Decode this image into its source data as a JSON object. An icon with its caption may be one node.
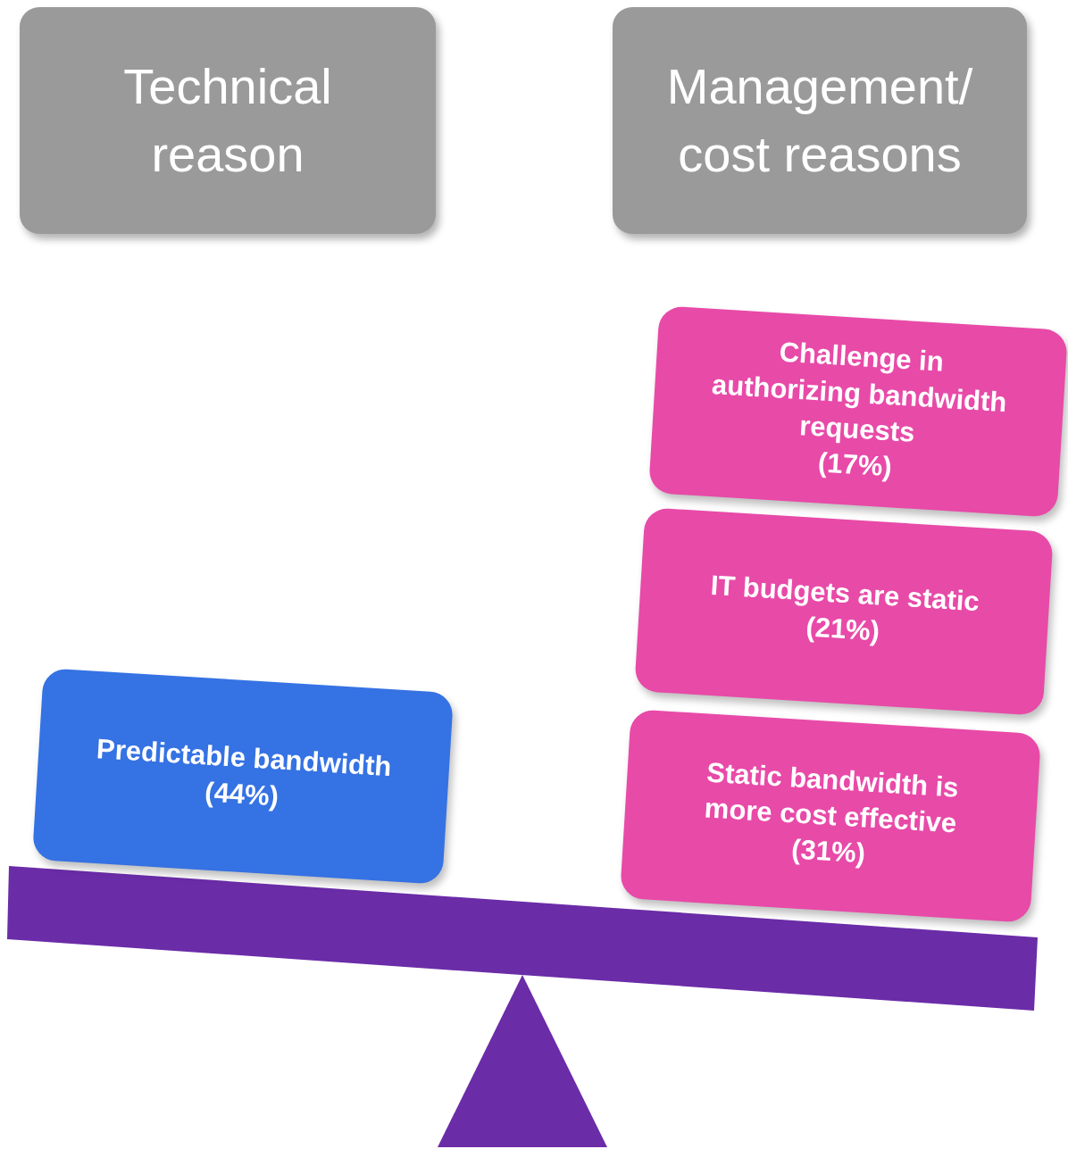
{
  "diagram": {
    "nodes": [
      {
        "text": [
          "Technical reason"
        ]
      },
      {
        "text": [
          "Management/ cost reasons"
        ]
      },
      {
        "text": [
          "Predictable bandwidth",
          "(44%)"
        ]
      },
      {
        "text": [
          "Challenge in authorizing bandwidth requests",
          "(17%)"
        ]
      },
      {
        "text": [
          "IT budgets are static",
          "(21%)"
        ]
      },
      {
        "text": [
          "Static bandwidth is more cost effective",
          "(31%)"
        ]
      }
    ]
  }
}
